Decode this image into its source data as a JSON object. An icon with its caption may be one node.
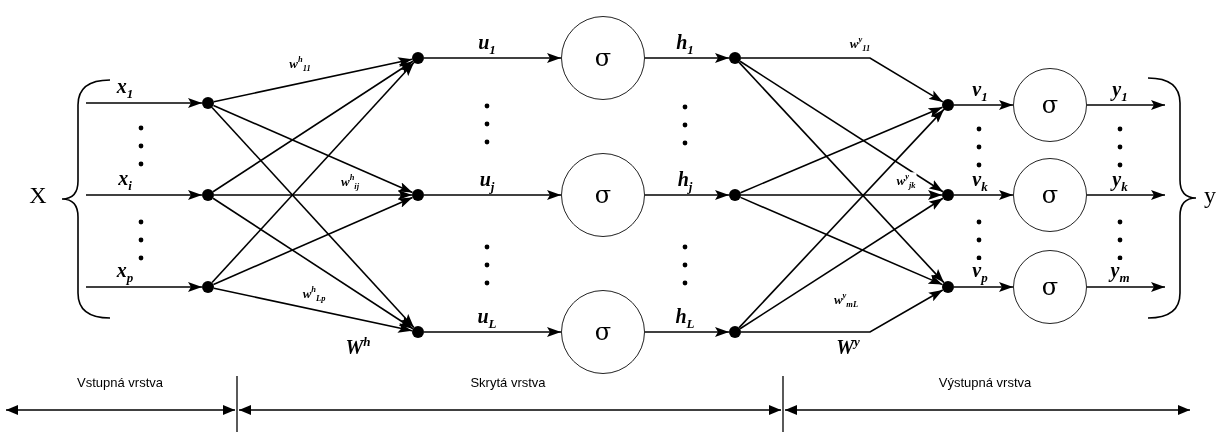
{
  "diagram": {
    "nodes": [
      {
        "text": [],
        "shape": "circle"
      },
      {
        "text": [],
        "shape": "circle"
      },
      {
        "text": [],
        "shape": "circle"
      },
      {
        "text": [],
        "shape": "circle"
      },
      {
        "text": [],
        "shape": "circle"
      },
      {
        "text": [],
        "shape": "circle"
      },
      {
        "text": [
          "σ"
        ]
      },
      {
        "text": [
          "σ"
        ]
      },
      {
        "text": [
          "σ"
        ]
      },
      {
        "text": [],
        "shape": "circle"
      },
      {
        "text": [],
        "shape": "circle"
      },
      {
        "text": [],
        "shape": "circle"
      },
      {
        "text": [],
        "shape": "circle"
      },
      {
        "text": [],
        "shape": "circle"
      },
      {
        "text": [],
        "shape": "circle"
      },
      {
        "text": [
          "σ"
        ]
      },
      {
        "text": [
          "σ"
        ]
      },
      {
        "text": [
          "σ"
        ]
      }
    ],
    "edges": [
      {
        "from": null,
        "to": 0,
        "arrow": "to",
        "label": "x$_{1}$"
      },
      {
        "from": null,
        "to": 1,
        "arrow": "to",
        "label": "x$_{i}$"
      },
      {
        "from": null,
        "to": 2,
        "arrow": "to",
        "label": "x$_{p}$"
      },
      {
        "from": 0,
        "to": 3,
        "arrow": "to",
        "label": "w$^{h}$$_{11}$"
      },
      {
        "from": 0,
        "to": 4,
        "arrow": "to"
      },
      {
        "from": 0,
        "to": 5,
        "arrow": "to"
      },
      {
        "from": 1,
        "to": 3,
        "arrow": "to"
      },
      {
        "from": 1,
        "to": 4,
        "arrow": "to",
        "label": "w$^{h}$$_{ij}$"
      },
      {
        "from": 1,
        "to": 5,
        "arrow": "to"
      },
      {
        "from": 2,
        "to": 3,
        "arrow": "to"
      },
      {
        "from": 2,
        "to": 4,
        "arrow": "to"
      },
      {
        "from": 2,
        "to": 5,
        "arrow": "to",
        "label": "w$^{h}$$_{Lp}$"
      },
      {
        "from": 3,
        "to": 6,
        "arrow": "to",
        "label": "u$_{1}$"
      },
      {
        "from": 4,
        "to": 7,
        "arrow": "to",
        "label": "u$_{j}$"
      },
      {
        "from": 5,
        "to": 8,
        "arrow": "to",
        "label": "u$_{L}$"
      },
      {
        "from": 6,
        "to": 9,
        "arrow": "to",
        "label": "h$_{1}$"
      },
      {
        "from": 7,
        "to": 10,
        "arrow": "to",
        "label": "h$_{j}$"
      },
      {
        "from": 8,
        "to": 11,
        "arrow": "to",
        "label": "h$_{L}$"
      },
      {
        "from": 9,
        "to": 12,
        "arrow": "to",
        "label": "w$^{y}$$_{11}$"
      },
      {
        "from": 9,
        "to": 13,
        "arrow": "to"
      },
      {
        "from": 9,
        "to": 14,
        "arrow": "to"
      },
      {
        "from": 10,
        "to": 12,
        "arrow": "to"
      },
      {
        "from": 10,
        "to": 13,
        "arrow": "to",
        "label": "w$^{y}$$_{jk}$"
      },
      {
        "from": 10,
        "to": 14,
        "arrow": "to"
      },
      {
        "from": 11,
        "to": 12,
        "arrow": "to"
      },
      {
        "from": 11,
        "to": 13,
        "arrow": "to"
      },
      {
        "from": 11,
        "to": 14,
        "arrow": "to",
        "label": "w$^{y}$$_{mL}$"
      },
      {
        "from": 12,
        "to": 15,
        "arrow": "to",
        "label": "v$_{1}$"
      },
      {
        "from": 13,
        "to": 16,
        "arrow": "to",
        "label": "v$_{k}$"
      },
      {
        "from": 14,
        "to": 17,
        "arrow": "to",
        "label": "v$_{p}$"
      },
      {
        "from": 15,
        "to": null,
        "arrow": "to",
        "label": "y$_{1}$"
      },
      {
        "from": 16,
        "to": null,
        "arrow": "to",
        "label": "y$_{k}$"
      },
      {
        "from": 17,
        "to": null,
        "arrow": "to",
        "label": "y$_{m}$"
      }
    ],
    "labels": [
      "X",
      "y",
      "W$^{h}$",
      "W$^{y}$",
      "Vstupná vrstva",
      "Skrytá vrstva",
      "Výstupná vrstva"
    ]
  }
}
